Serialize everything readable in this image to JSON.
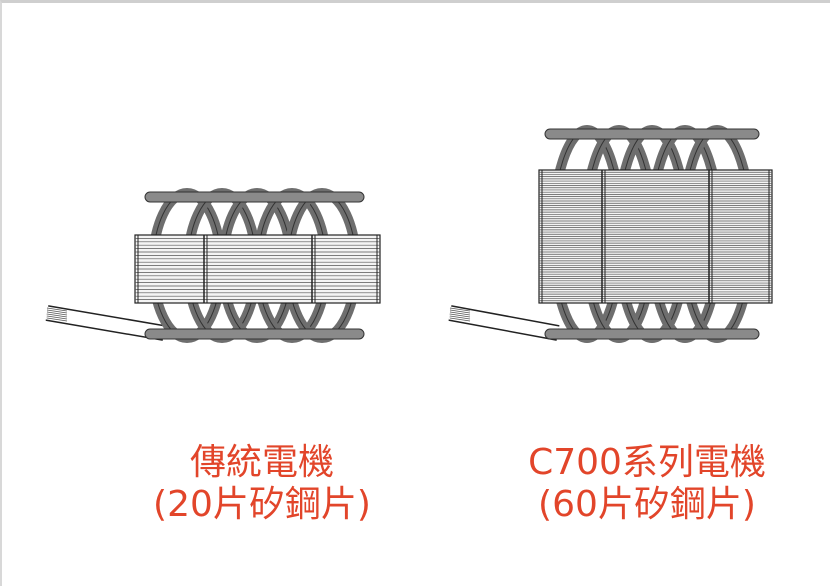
{
  "motors": [
    {
      "title": "傳統電機",
      "subtitle": "(20片矽鋼片)",
      "lamination_count": 20
    },
    {
      "title": "C700系列電機",
      "subtitle": "(60片矽鋼片)",
      "lamination_count": 60
    }
  ],
  "colors": {
    "label": "#e2452a",
    "coil": "#6e6e6e",
    "outline": "#222222"
  }
}
